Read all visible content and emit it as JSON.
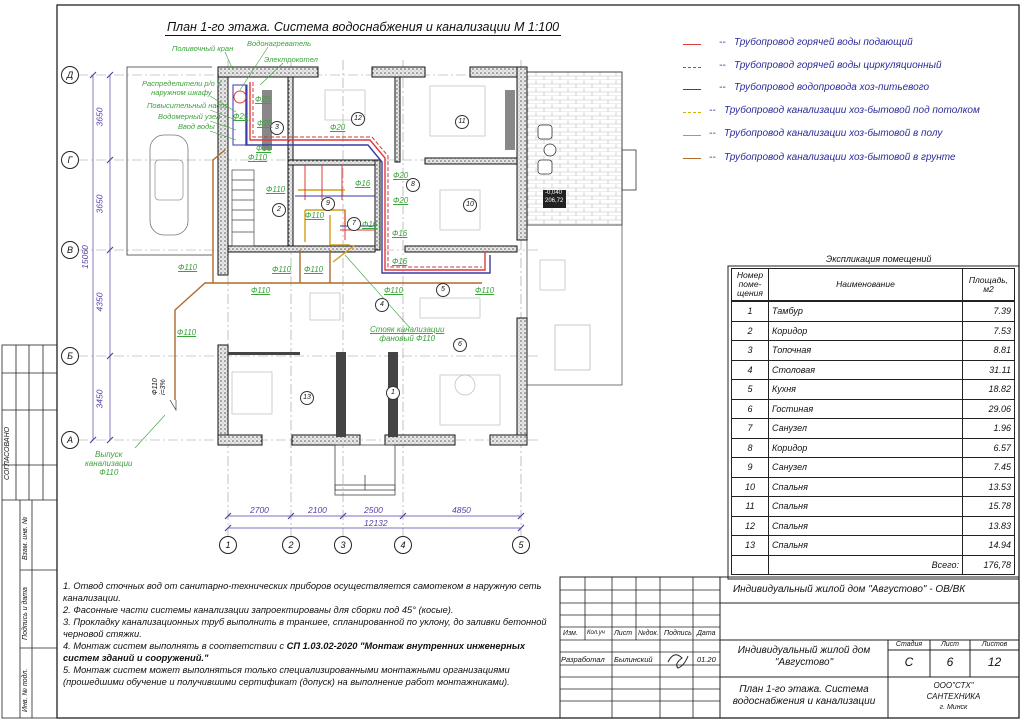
{
  "title": "План 1-го этажа. Система водоснабжения и канализации М 1:100",
  "legend": [
    {
      "dash": "--",
      "label": "Трубопровод горячей воды подающий",
      "color": "#e03a3a",
      "style": "solid"
    },
    {
      "dash": "--",
      "label": "Трубопровод горячей воды циркуляционный",
      "color": "#c8383f",
      "style": "dashed"
    },
    {
      "dash": "--",
      "label": "Трубопровод водопровода хоз-питьевого",
      "color": "#3a3aa8",
      "style": "solid"
    },
    {
      "dash": "--",
      "label": "Трубопровод канализации хоз-бытовой под потолком",
      "color": "#d4b000",
      "style": "dashed"
    },
    {
      "dash": "--",
      "label": "Трубопровод канализации хоз-бытовой в полу",
      "color": "#c9a000",
      "style": "solid"
    },
    {
      "dash": "--",
      "label": "Трубопровод канализации хоз-бытовой в грунте",
      "color": "#b06a2a",
      "style": "solid"
    }
  ],
  "explication": {
    "title": "Экспликация помещений",
    "headers": [
      "Номер поме- щения",
      "Наименование",
      "Площадь, м2"
    ],
    "rows": [
      {
        "n": "1",
        "name": "Тамбур",
        "area": "7.39"
      },
      {
        "n": "2",
        "name": "Коридор",
        "area": "7.53"
      },
      {
        "n": "3",
        "name": "Топочная",
        "area": "8.81"
      },
      {
        "n": "4",
        "name": "Столовая",
        "area": "31.11"
      },
      {
        "n": "5",
        "name": "Кухня",
        "area": "18.82"
      },
      {
        "n": "6",
        "name": "Гостиная",
        "area": "29.06"
      },
      {
        "n": "7",
        "name": "Санузел",
        "area": "1.96"
      },
      {
        "n": "8",
        "name": "Коридор",
        "area": "6.57"
      },
      {
        "n": "9",
        "name": "Санузел",
        "area": "7.45"
      },
      {
        "n": "10",
        "name": "Спальня",
        "area": "13.53"
      },
      {
        "n": "11",
        "name": "Спальня",
        "area": "15.78"
      },
      {
        "n": "12",
        "name": "Спальня",
        "area": "13.83"
      },
      {
        "n": "13",
        "name": "Спальня",
        "area": "14.94"
      }
    ],
    "total_label": "Всего:",
    "total": "176,78"
  },
  "notes": [
    "1. Отвод сточных вод от санитарно-технических приборов осуществляется самотеком в наружную сеть канализации.",
    "2. Фасонные части системы канализации запроектированы для сборки под 45° (косые).",
    "3. Прокладку канализационных труб выполнить в траншее, спланированной по уклону, до заливки бетонной черновой стяжки.",
    "4. Монтаж систем выполнять в соответствии с ",
    "СП 1.03.02-2020 \"Монтаж внутренних инженерных систем зданий и сооружений.\"",
    "5. Монтаж систем может выполняться только специализированными монтажными организациями (прошедшими обучение и получившими сертификат (допуск) на выполнение работ монтажниками)."
  ],
  "titleblock": {
    "project_code": "Индивидуальный жилой дом \"Августово\" - ОВ/ВК",
    "col_headers": [
      "Изм.",
      "Кол.уч",
      "Лист",
      "№док.",
      "Подпись",
      "Дата"
    ],
    "developed_label": "Разработал",
    "developer": "Былинский",
    "date": "01.20",
    "object_line1": "Индивидуальный жилой дом",
    "object_line2": "\"Августово\"",
    "stage_label": "Стадия",
    "sheet_label": "Лист",
    "sheets_label": "Листов",
    "stage": "С",
    "sheet": "6",
    "sheets": "12",
    "drawing_line1": "План 1-го этажа. Система",
    "drawing_line2": "водоснабжения и канализации",
    "company_line1": "ООО\"СТХ\"",
    "company_line2": "САНТЕХНИКА",
    "company_line3": "г. Минск"
  },
  "side_stamp": {
    "agreed": "СОГЛАСОВАНО",
    "replace_inv": "Взам. инв. №",
    "sign_date": "Подпись и дата",
    "inv_orig": "Инв. № подл."
  },
  "axes": {
    "rows": [
      "Д",
      "Г",
      "В",
      "Б",
      "А"
    ],
    "cols": [
      "1",
      "2",
      "3",
      "4",
      "5"
    ]
  },
  "dimensions": {
    "vertical": [
      "3650",
      "3650",
      "4350",
      "3450"
    ],
    "vertical_total": "15060",
    "horizontal": [
      "2700",
      "2100",
      "2500",
      "4850"
    ],
    "horizontal_total": "12132"
  },
  "rooms": [
    "1",
    "2",
    "3",
    "4",
    "5",
    "6",
    "7",
    "8",
    "9",
    "10",
    "11",
    "12",
    "13"
  ],
  "equipment_labels": {
    "hose_tap": "Поливочный кран",
    "water_heater": "Водонагреватель",
    "boiler": "Электрокотел",
    "distributors_1": "Распределители р/о в",
    "distributors_2": "наружном шкафу",
    "booster_pump": "Повысительный насос",
    "meter": "Водомерный узел",
    "water_inlet": "Ввод воды"
  },
  "pipe_labels": [
    "Ф20",
    "Ф25",
    "Ф25",
    "Ф16",
    "Ф110",
    "Ф20",
    "Ф20",
    "Ф20",
    "Ф16",
    "Ф16",
    "Ф16",
    "Ф110",
    "Ф110",
    "Ф16",
    "Ф110",
    "Ф110",
    "Ф110",
    "Ф110",
    "Ф110",
    "Ф110",
    "Ф110"
  ],
  "callouts": {
    "riser_1": "Стояк канализации",
    "riser_2": "фановый Ф110",
    "outlet_1": "Выпуск",
    "outlet_2": "канализации",
    "outlet_3": "Ф110",
    "slope_dia": "Ф110",
    "slope": "i=3%"
  },
  "terrace_mark": {
    "level": "-0,040",
    "area": "206,72"
  }
}
